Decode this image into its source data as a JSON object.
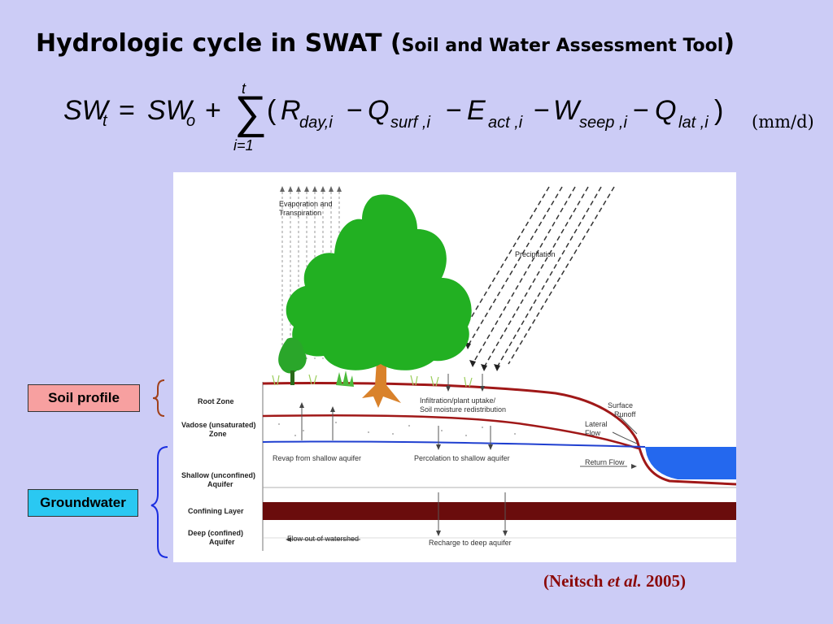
{
  "title": {
    "main": "Hydrologic cycle in SWAT (",
    "sub": "Soil and Water Assessment Tool",
    "close": ")"
  },
  "equation": {
    "lhs": "SW",
    "lhs_sub": "t",
    "equals": "=",
    "sw0": "SW",
    "sw0_sub": "o",
    "plus": "+",
    "sum_upper": "t",
    "sum_lower": "i=1",
    "terms": [
      {
        "sym": "R",
        "sub": "day,i"
      },
      {
        "sym": "Q",
        "sub": "surf ,i"
      },
      {
        "sym": "E",
        "sub": "act ,i"
      },
      {
        "sym": "W",
        "sub": "seep ,i"
      },
      {
        "sym": "Q",
        "sub": "lat ,i"
      }
    ],
    "units": "(mm/d)"
  },
  "side_labels": {
    "soil_profile": "Soil profile",
    "groundwater": "Groundwater"
  },
  "diagram": {
    "evaporation": [
      "Evaporation and",
      "Transpiration"
    ],
    "precipitation": "Precipitation",
    "infiltration": [
      "Infiltration/plant uptake/",
      "Soil moisture redistribution"
    ],
    "surface_runoff": [
      "Surface",
      "Runoff"
    ],
    "lateral_flow": [
      "Lateral",
      "Flow"
    ],
    "return_flow": "Return Flow",
    "revap": "Revap from shallow aquifer",
    "percolation": "Percolation to shallow aquifer",
    "flow_out": "Flow out of watershed",
    "recharge": "Recharge to deep aquifer",
    "layers": {
      "root_zone": [
        "Root Zone"
      ],
      "vadose": [
        "Vadose (unsaturated)",
        "Zone"
      ],
      "shallow": [
        "Shallow (unconfined)",
        "Aquifer"
      ],
      "confining": [
        "Confining Layer"
      ],
      "deep": [
        "Deep (confined)",
        "Aquifer"
      ]
    }
  },
  "citation": {
    "author": "(Neitsch ",
    "etal": "et al.",
    "year": " 2005)"
  },
  "colors": {
    "background": "#ccccf6",
    "soil_box": "#f7a0a0",
    "groundwater_box": "#2ac8f2",
    "tree": "#22b022",
    "water": "#1f6ff0",
    "soil_line": "#a01818",
    "water_table": "#2040d0",
    "confining": "#6a0c0c",
    "citation": "#8b0a0a"
  }
}
